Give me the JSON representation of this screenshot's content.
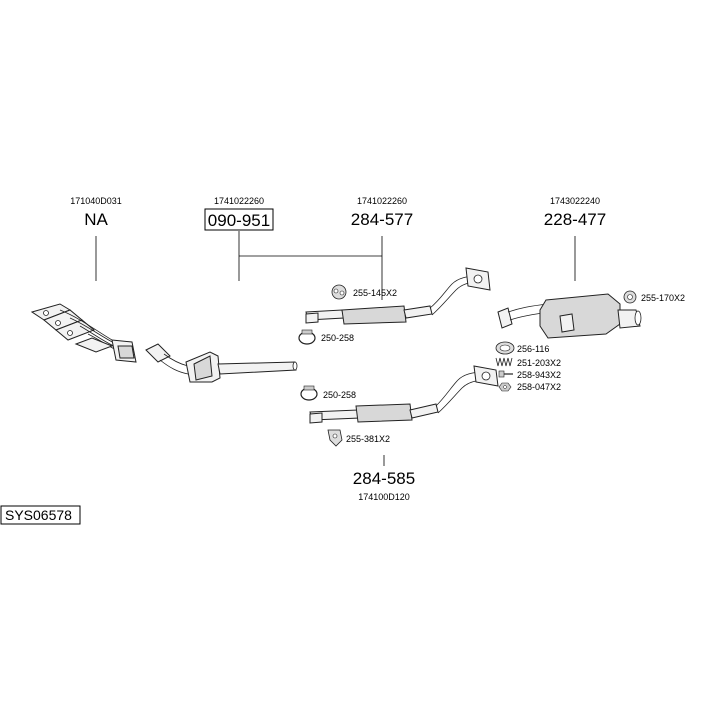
{
  "diagram": {
    "sections": [
      {
        "oe_number": "171040D031",
        "part_number": "NA",
        "boxed": false
      },
      {
        "oe_number": "1741022260",
        "part_number": "090-951",
        "boxed": true
      },
      {
        "oe_number": "1741022260",
        "part_number": "284-577",
        "boxed": false
      },
      {
        "oe_number": "1743022240",
        "part_number": "228-477",
        "boxed": false
      },
      {
        "oe_number": "174100D120",
        "part_number": "284-585",
        "boxed": false
      }
    ],
    "accessories": [
      {
        "code": "255-145X2",
        "icon": "rubber-hanger-icon"
      },
      {
        "code": "250-258",
        "icon": "clamp-icon"
      },
      {
        "code": "255-170X2",
        "icon": "rubber-hanger-icon"
      },
      {
        "code": "256-116",
        "icon": "gasket-ring-icon"
      },
      {
        "code": "251-203X2",
        "icon": "spring-icon"
      },
      {
        "code": "258-943X2",
        "icon": "bolt-icon"
      },
      {
        "code": "258-047X2",
        "icon": "nut-icon"
      },
      {
        "code": "250-258",
        "icon": "clamp-icon"
      },
      {
        "code": "255-381X2",
        "icon": "rubber-hanger-icon"
      }
    ],
    "system_id": "SYS06578"
  }
}
